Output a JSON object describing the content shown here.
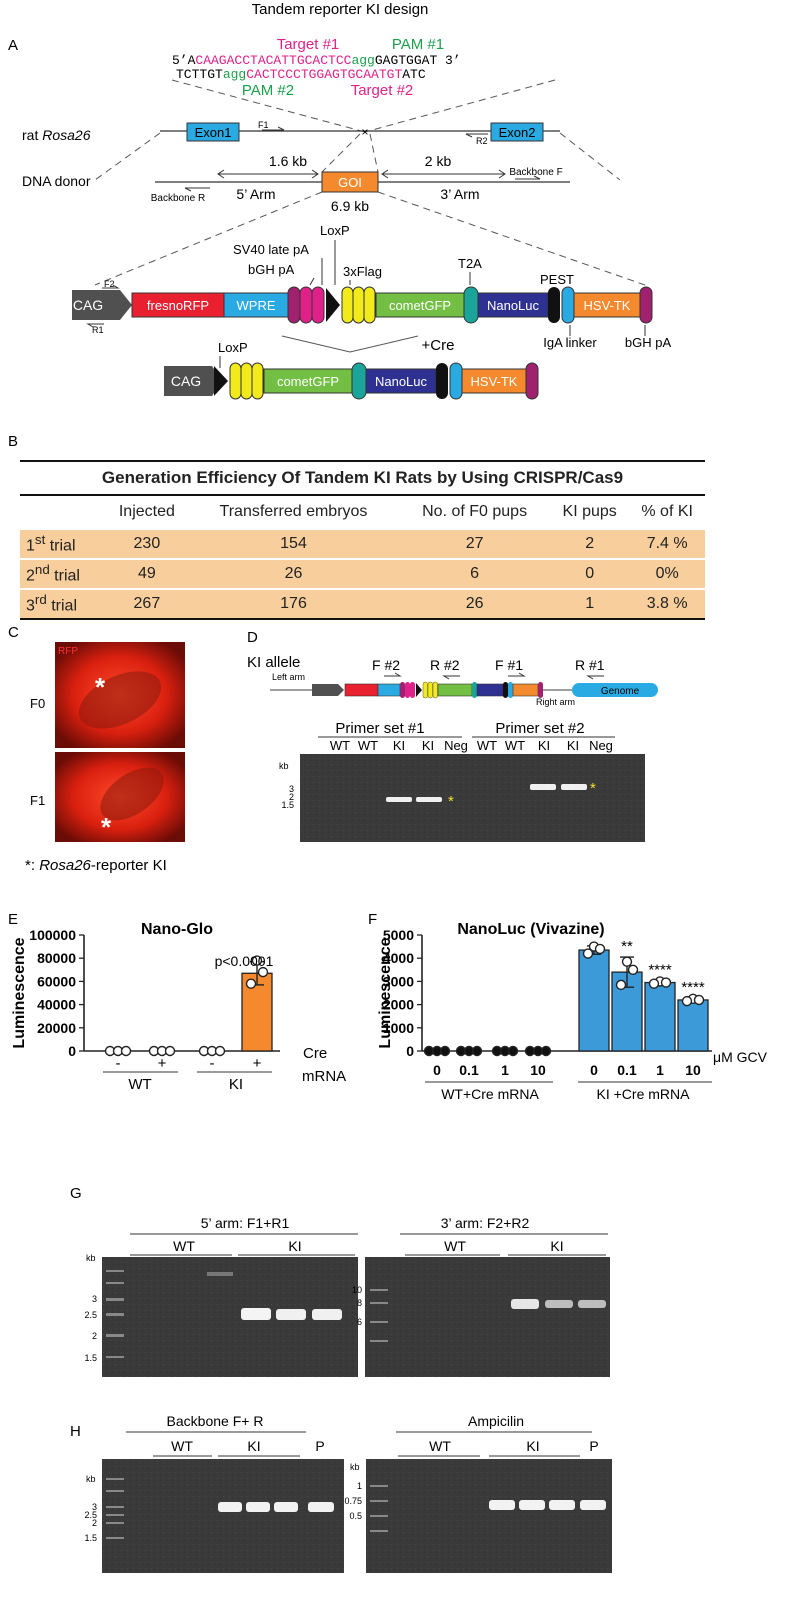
{
  "figure_title": "Tandem reporter KI design",
  "panels": {
    "A": "A",
    "B": "B",
    "C": "C",
    "D": "D",
    "E": "E",
    "F": "F",
    "G": "G",
    "H": "H"
  },
  "panelA": {
    "seq_top_prefix": "5’A",
    "seq_top_target": "CAAGACCTACATTGCACTCC",
    "seq_top_pam": "agg",
    "seq_top_suffix": "GAGTGGAT 3’",
    "seq_bottom_left": "TCTTGT",
    "seq_bottom_pam": "agg",
    "seq_bottom_target": "CACTCCCTGGAGTGCAATGT",
    "seq_bottom_right": "ATC",
    "target1": "Target #1",
    "pam1": "PAM #1",
    "pam2": "PAM #2",
    "target2": "Target #2",
    "rat_rosa_prefix": "rat ",
    "rat_rosa_italic": "Rosa26",
    "exon1": "Exon1",
    "exon2": "Exon2",
    "f1": "F1",
    "r2": "R2",
    "dna_donor": "DNA donor",
    "kb_left": "1.6 kb",
    "kb_right": "2 kb",
    "goi": "GOI",
    "goi_size": "6.9 kb",
    "backbone_r": "Backbone R",
    "backbone_f": "Backbone F",
    "arm5": "5’ Arm",
    "arm3": "3’ Arm",
    "sv40": "SV40 late pA",
    "bgh_pa_top": "bGH pA",
    "loxp_top": "LoxP",
    "flag": "3xFlag",
    "t2a": "T2A",
    "pest": "PEST",
    "cag": "CAG",
    "f2": "F2",
    "r1": "R1",
    "fresno": "fresnoRFP",
    "wpre": "WPRE",
    "cometgfp": "cometGFP",
    "nanoluc": "NanoLuc",
    "hsvtk": "HSV-TK",
    "iga": "IgA linker",
    "bgh_pa_bottom": "bGH pA",
    "cre": "+Cre",
    "loxp_bottom": "LoxP"
  },
  "panelB": {
    "title": "Generation Efficiency Of Tandem KI Rats by Using CRISPR/Cas9",
    "headers": [
      "",
      "Injected",
      "Transferred embryos",
      "No. of F0 pups",
      "KI pups",
      "% of KI"
    ],
    "rows": [
      {
        "n": "1",
        "sup": "st",
        "label": " trial",
        "injected": "230",
        "transferred": "154",
        "f0": "27",
        "ki": "2",
        "pct": "7.4 %"
      },
      {
        "n": "2",
        "sup": "nd",
        "label": " trial",
        "injected": "49",
        "transferred": "26",
        "f0": "6",
        "ki": "0",
        "pct": "0%"
      },
      {
        "n": "3",
        "sup": "rd",
        "label": " trial",
        "injected": "267",
        "transferred": "176",
        "f0": "26",
        "ki": "1",
        "pct": "3.8 %"
      }
    ]
  },
  "panelC": {
    "rfp": "RFP",
    "f0": "F0",
    "f1": "F1",
    "asterisk": "*",
    "caption_prefix": "*: ",
    "caption_italic": "Rosa26",
    "caption_suffix": "-reporter KI"
  },
  "panelD": {
    "ki_allele": "KI allele",
    "left_arm": "Left arm",
    "right_arm": "Right arm",
    "genome": "Genome",
    "f2": "F #2",
    "r2": "R #2",
    "f1": "F #1",
    "r1": "R #1",
    "primer_set1": "Primer set #1",
    "primer_set2": "Primer set #2",
    "lanes": [
      "WT",
      "WT",
      "KI",
      "KI",
      "Neg",
      "WT",
      "WT",
      "KI",
      "KI",
      "Neg"
    ],
    "kb": "kb",
    "markers": [
      "3",
      "2",
      "1.5"
    ],
    "star": "*"
  },
  "panelE": {
    "title": "Nano-Glo",
    "ylabel": "Luminescence",
    "pvalue": "p<0.0001",
    "cre_label": "Cre",
    "mrna_label": "mRNA",
    "signs": [
      "-",
      "+",
      "-",
      "+"
    ],
    "group_wt": "WT",
    "group_ki": "KI"
  },
  "panelF": {
    "title": "NanoLuc (Vivazine)",
    "ylabel": "Luminescence",
    "unit": "μM GCV",
    "doses": [
      "0",
      "0.1",
      "1",
      "10",
      "0",
      "0.1",
      "1",
      "10"
    ],
    "group_wt": "WT+Cre mRNA",
    "group_ki": "KI +Cre mRNA",
    "sig": [
      "**",
      "****",
      "****"
    ]
  },
  "panelG": {
    "gel1_title": "5’ arm: F1+R1",
    "gel2_title": "3’ arm: F2+R2",
    "wt": "WT",
    "ki": "KI",
    "kb": "kb",
    "markers1": [
      "3",
      "2.5",
      "2",
      "1.5"
    ],
    "markers2": [
      "10",
      "8",
      "6"
    ]
  },
  "panelH": {
    "gel1_title": "Backbone F+ R",
    "gel2_title": "Ampicilin",
    "wt": "WT",
    "ki": "KI",
    "p": "P",
    "kb": "kb",
    "markers1": [
      "3",
      "2.5",
      "2",
      "1.5"
    ],
    "markers2": [
      "1",
      "0.75",
      "0.5"
    ]
  },
  "chart_data": [
    {
      "type": "bar",
      "title": "Nano-Glo",
      "ylabel": "Luminescence",
      "xlabel": "Cre mRNA",
      "ylim": [
        0,
        100000
      ],
      "yticks": [
        0,
        20000,
        40000,
        60000,
        80000,
        100000
      ],
      "categories": [
        "WT -",
        "WT +",
        "KI -",
        "KI +"
      ],
      "values": [
        0,
        0,
        0,
        67000
      ],
      "error": [
        0,
        0,
        0,
        10000
      ],
      "points": [
        [
          0,
          0,
          0
        ],
        [
          0,
          0,
          0
        ],
        [
          0,
          0,
          0
        ],
        [
          78000,
          68000,
          58000
        ]
      ],
      "bar_color": "#f5892e",
      "annotation": "p<0.0001"
    },
    {
      "type": "bar",
      "title": "NanoLuc (Vivazine)",
      "ylabel": "Luminescence",
      "xlabel": "μM GCV",
      "ylim": [
        0,
        5000
      ],
      "yticks": [
        0,
        1000,
        2000,
        3000,
        4000,
        5000
      ],
      "categories": [
        "0",
        "0.1",
        "1",
        "10",
        "0",
        "0.1",
        "1",
        "10"
      ],
      "groups": [
        "WT+Cre mRNA",
        "WT+Cre mRNA",
        "WT+Cre mRNA",
        "WT+Cre mRNA",
        "KI +Cre mRNA",
        "KI +Cre mRNA",
        "KI +Cre mRNA",
        "KI +Cre mRNA"
      ],
      "values": [
        0,
        0,
        0,
        0,
        4350,
        3400,
        2950,
        2200
      ],
      "error": [
        0,
        0,
        0,
        0,
        180,
        650,
        80,
        80
      ],
      "points": [
        [
          0,
          0,
          0
        ],
        [
          0,
          0,
          0
        ],
        [
          0,
          0,
          0
        ],
        [
          0,
          0,
          0
        ],
        [
          4500,
          4400,
          4200
        ],
        [
          3850,
          3500,
          2850
        ],
        [
          3000,
          2950,
          2900
        ],
        [
          2250,
          2200,
          2150
        ]
      ],
      "bar_color": "#3d9ad8",
      "significance": [
        "",
        "",
        "",
        "",
        "",
        "**",
        "****",
        "****"
      ]
    }
  ]
}
